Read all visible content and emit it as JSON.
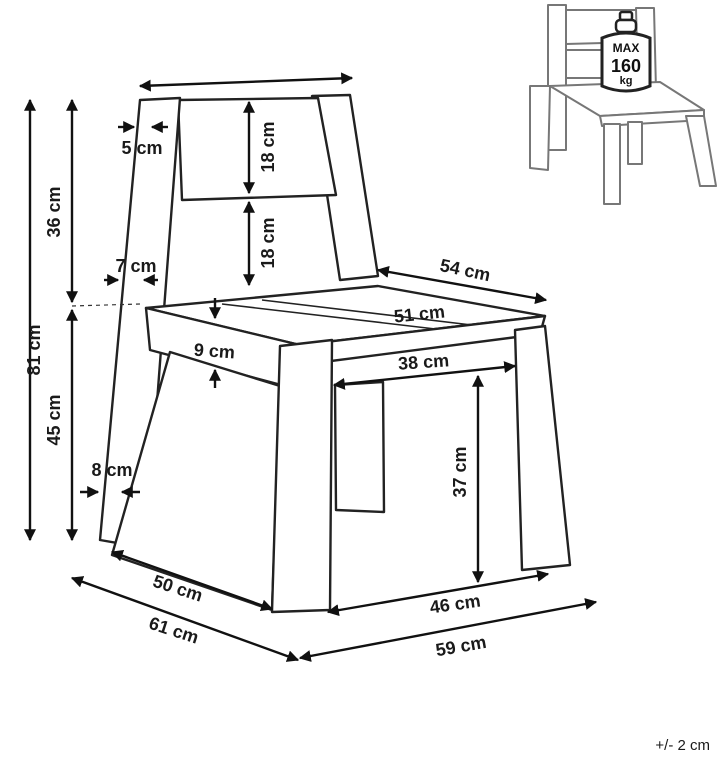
{
  "dimensions": {
    "total_height": "81 cm",
    "backrest_height": "36 cm",
    "seat_height": "45 cm",
    "backrest_width": "",
    "backrest_leg_thickness": "5 cm",
    "backrest_upper_panel": "18 cm",
    "backrest_lower_panel": "18 cm",
    "leg_width_side": "7 cm",
    "seat_depth_top": "54 cm",
    "seat_width_top": "51 cm",
    "apron_height": "9 cm",
    "inner_leg_span": "38 cm",
    "leg_clearance": "37 cm",
    "leg_thickness": "8 cm",
    "base_depth": "50 cm",
    "overall_depth": "61 cm",
    "base_width": "46 cm",
    "overall_width": "59 cm"
  },
  "tolerance": "+/- 2 cm",
  "badge": {
    "line1": "MAX",
    "line2": "160",
    "line3": "kg"
  }
}
